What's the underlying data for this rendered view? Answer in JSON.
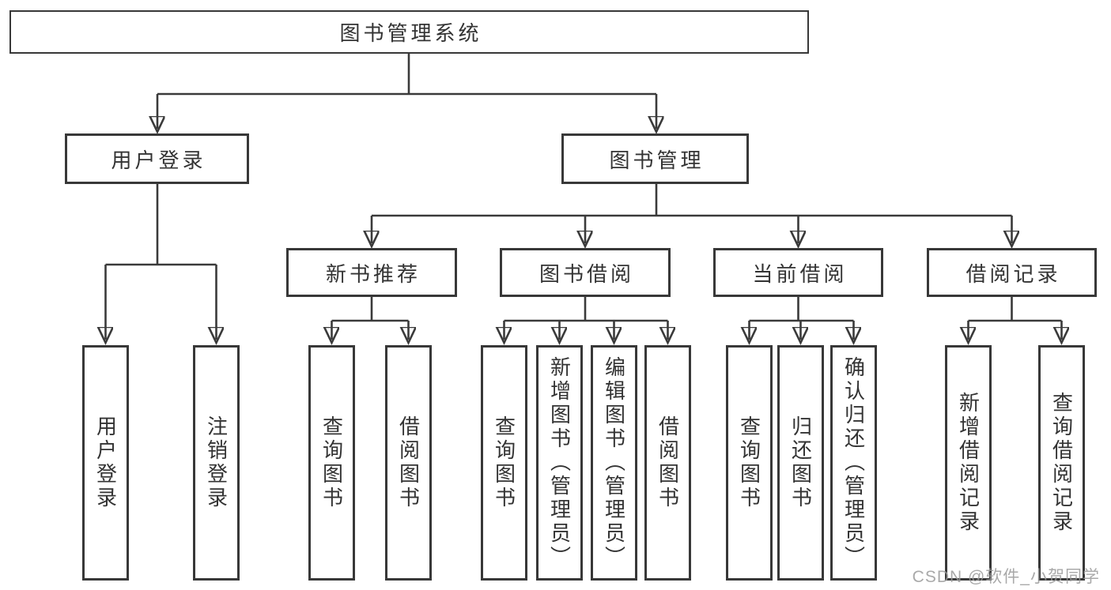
{
  "diagram": {
    "root_label": "图书管理系统",
    "level2": {
      "user_login": "用户登录",
      "book_management": "图书管理"
    },
    "level3": {
      "new_book_recommend": "新书推荐",
      "book_borrow": "图书借阅",
      "current_borrow": "当前借阅",
      "borrow_records": "借阅记录"
    },
    "leaves": {
      "user_login": [
        "用户登录",
        "注销登录"
      ],
      "new_book_recommend": [
        "查询图书",
        "借阅图书"
      ],
      "book_borrow": [
        "查询图书",
        "新增图书（管理员）",
        "编辑图书（管理员）",
        "借阅图书"
      ],
      "current_borrow": [
        "查询图书",
        "归还图书",
        "确认归还（管理员）"
      ],
      "borrow_records": [
        "新增借阅记录",
        "查询借阅记录"
      ]
    },
    "colors": {
      "line": "#3a3a3a",
      "border": "#383838",
      "text": "#333333",
      "background": "#ffffff"
    }
  },
  "watermark": {
    "text": "CSDN @软件_小贺同学",
    "color": "#9a9a9a"
  }
}
